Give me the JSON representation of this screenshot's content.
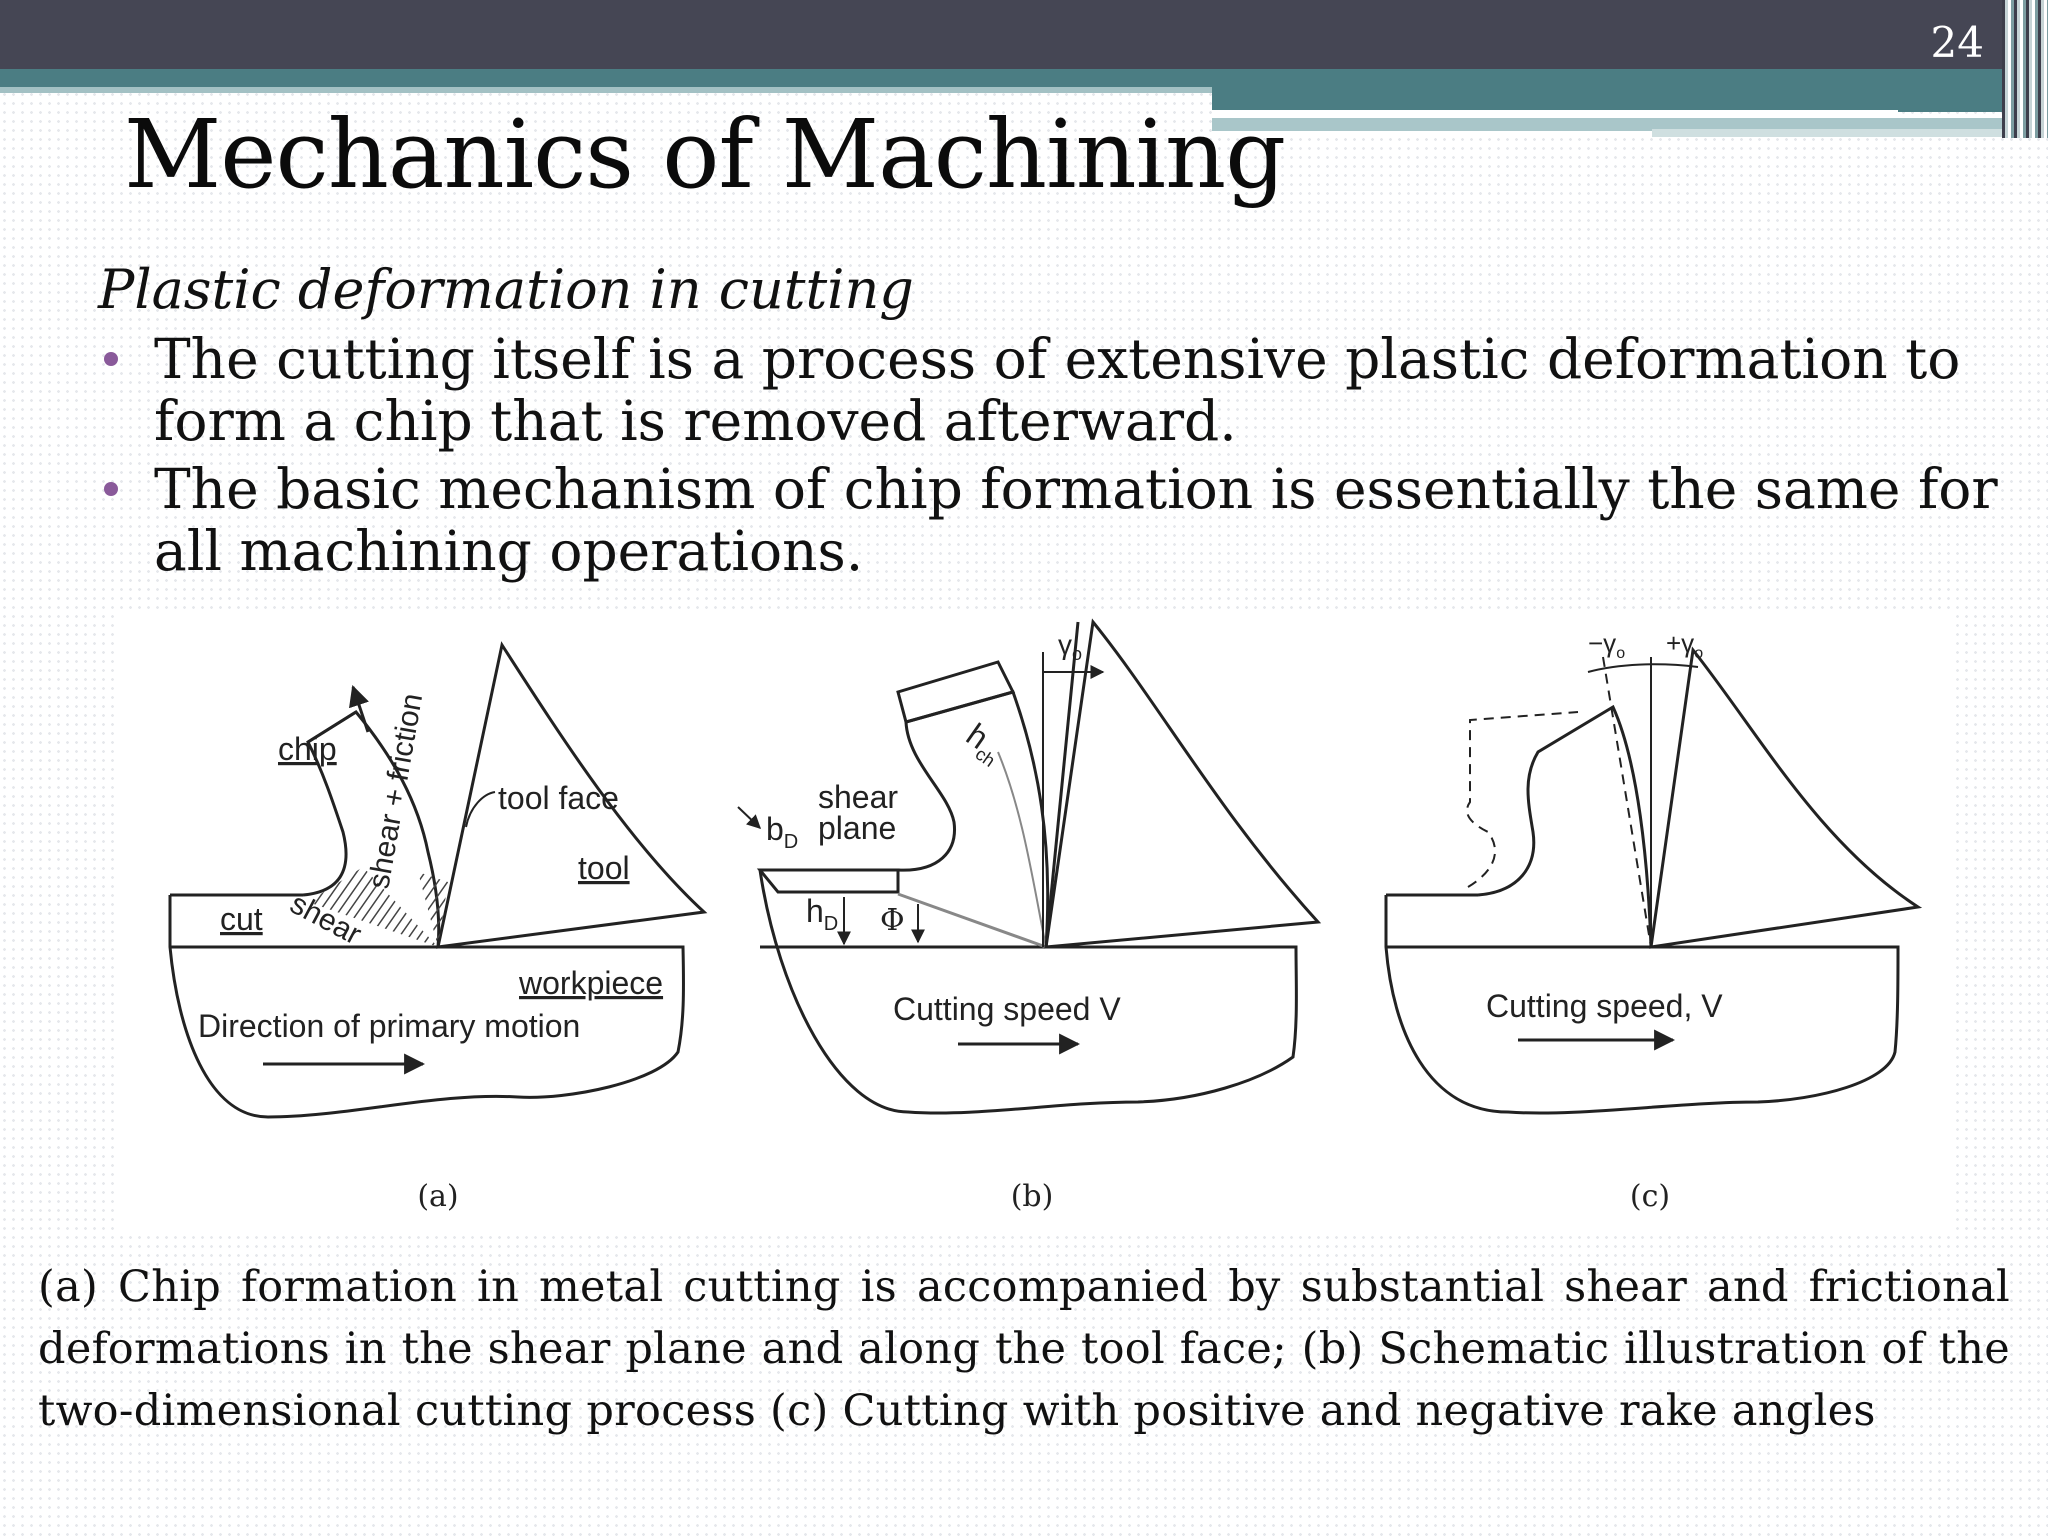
{
  "slide": {
    "page_number": "24",
    "title": "Mechanics of Machining",
    "subtitle": "Plastic deformation in cutting",
    "bullets": [
      "The cutting itself is a process of extensive plastic deformation to form a chip that is removed afterward.",
      "The basic mechanism of chip formation is essentially the same for all machining operations."
    ],
    "caption": "(a) Chip formation in metal cutting is accompanied by substantial shear and frictional deformations in the shear plane and along the tool face; (b) Schematic illustration of the two-dimensional cutting process (c) Cutting with positive and negative rake angles"
  },
  "figure": {
    "a": {
      "label": "(a)",
      "chip": "chip",
      "shear_friction": "shear + friction",
      "tool_face": "tool face",
      "tool": "tool",
      "cut": "cut",
      "shear": "shear",
      "workpiece": "workpiece",
      "direction": "Direction of primary motion"
    },
    "b": {
      "label": "(b)",
      "shear_plane_1": "shear",
      "shear_plane_2": "plane",
      "b_d": "b",
      "b_d_sub": "D",
      "h_d": "h",
      "h_d_sub": "D",
      "phi": "Φ",
      "h_ch": "h",
      "h_ch_sub": "ch",
      "gamma": "γ",
      "gamma_sub": "o",
      "cutting_speed": "Cutting speed V"
    },
    "c": {
      "label": "(c)",
      "neg_gamma": "−γ",
      "pos_gamma": "+γ",
      "gamma_sub": "o",
      "cutting_speed": "Cutting speed, V"
    }
  },
  "colors": {
    "top_bar": "#454654",
    "accent_band": "#4b7d83",
    "bullet": "#8a5a9a"
  }
}
